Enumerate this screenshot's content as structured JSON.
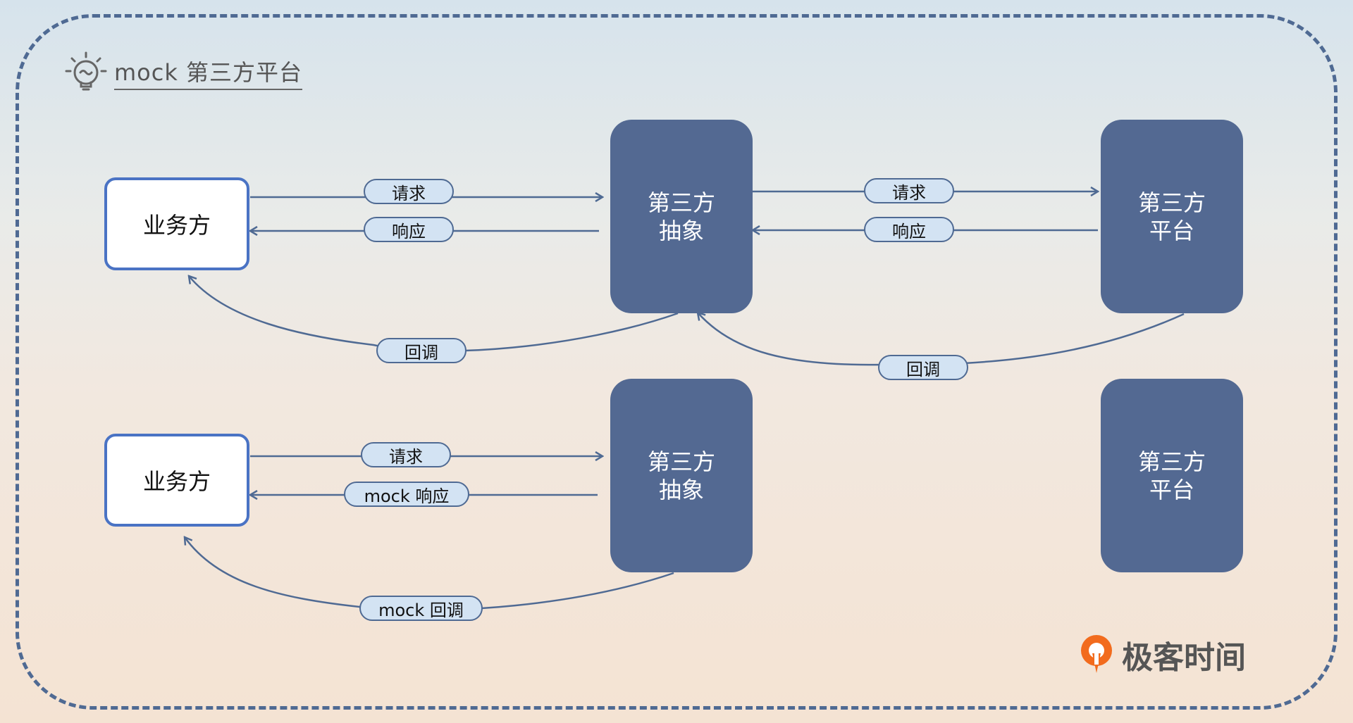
{
  "title": "mock 第三方平台",
  "top_flow": {
    "client_label": "业务方",
    "abstraction_label": [
      "第三方",
      "抽象"
    ],
    "platform_label": [
      "第三方",
      "平台"
    ],
    "request_label_1": "请求",
    "response_label_1": "响应",
    "request_label_2": "请求",
    "response_label_2": "响应",
    "callback_label_1": "回调",
    "callback_label_2": "回调"
  },
  "bottom_flow": {
    "client_label": "业务方",
    "abstraction_label": [
      "第三方",
      "抽象"
    ],
    "platform_label": [
      "第三方",
      "平台"
    ],
    "request_label": "请求",
    "response_label": "mock 响应",
    "callback_label": "mock 回调"
  },
  "brand": {
    "logo_text": "极客时间",
    "logo_color": "#f26b1d"
  },
  "colors": {
    "frame": "#4f6a93",
    "dark_box": "#536992",
    "pill_fill": "#d3e3f3",
    "client_border": "#4a73c4"
  }
}
